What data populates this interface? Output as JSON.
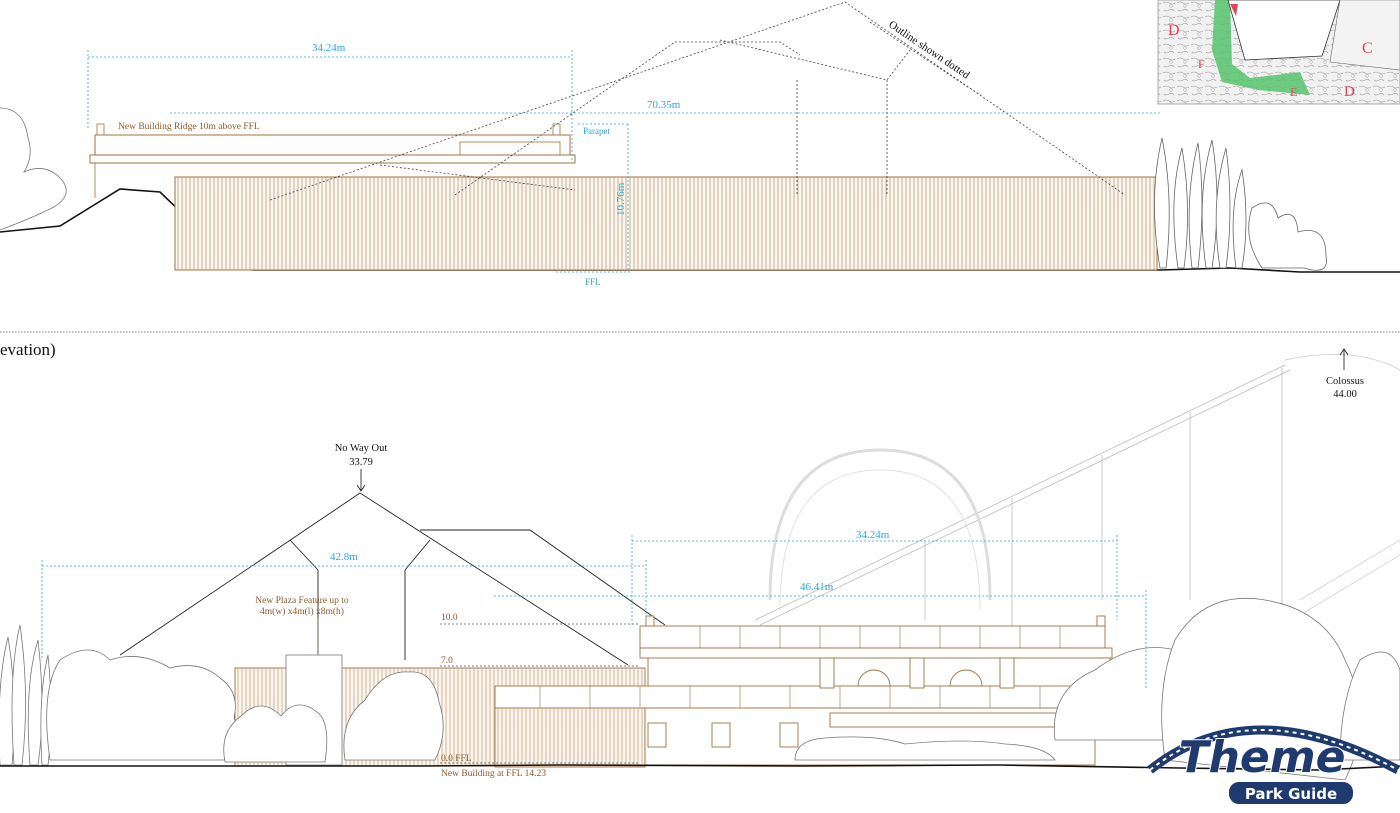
{
  "top_elevation": {
    "dim_width": "34.24m",
    "dim_length": "70.35m",
    "dim_height": "10.76m",
    "ridge_label": "New Building Ridge 10m above FFL",
    "parapet_label": "Parapet",
    "ffl_label": "FFL",
    "outline_note": "Outline shown dotted"
  },
  "section_label": "evation)",
  "bottom_elevation": {
    "no_way_out_label": "No Way Out",
    "no_way_out_value": "33.79",
    "colossus_label": "Colossus",
    "colossus_value": "44.00",
    "dim_width": "42.8m",
    "dim_right": "34.24m",
    "dim_mid": "46.41m",
    "plaza_line1": "New Plaza Feature up to",
    "plaza_line2": "4m(w) x4m(l) x8m(h)",
    "level_10": "10.0",
    "level_7": "7.0",
    "level_0": "0.0  FFL",
    "ffl_note": "New Building at FFL 14.23"
  },
  "site_map": {
    "zone_labels": [
      "D",
      "C",
      "F",
      "E",
      "D"
    ]
  },
  "logo": {
    "word": "Theme",
    "tagline": "Park Guide"
  },
  "colors": {
    "dimension": "#29a9df",
    "building": "#a0733f",
    "annotation": "#8a5a2b",
    "logo_navy": "#1e3a6e"
  }
}
